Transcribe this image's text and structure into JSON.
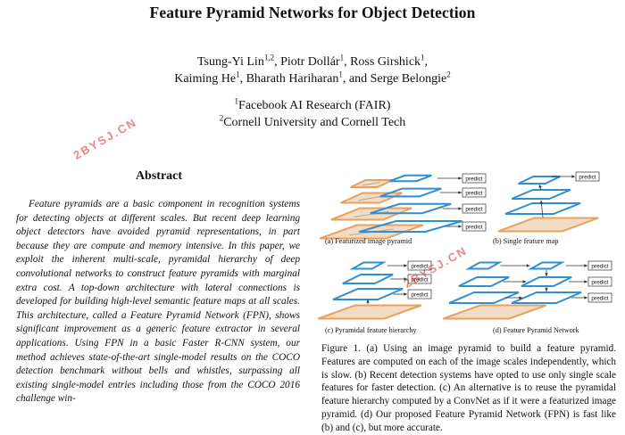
{
  "paper": {
    "title": "Feature Pyramid Networks for Object Detection",
    "authors": [
      {
        "name": "Tsung-Yi Lin",
        "sup": "1,2",
        "sep": ", "
      },
      {
        "name": "Piotr Dollár",
        "sup": "1",
        "sep": ", "
      },
      {
        "name": "Ross Girshick",
        "sup": "1",
        "sep": ","
      },
      {
        "name": "Kaiming He",
        "sup": "1",
        "sep": ", "
      },
      {
        "name": "Bharath Hariharan",
        "sup": "1",
        "sep": ", and "
      },
      {
        "name": "Serge Belongie",
        "sup": "2",
        "sep": ""
      }
    ],
    "affiliations": [
      {
        "sup": "1",
        "text": "Facebook AI Research (FAIR)"
      },
      {
        "sup": "2",
        "text": "Cornell University and Cornell Tech"
      }
    ],
    "abstract_heading": "Abstract",
    "abstract_text": "Feature pyramids are a basic component in recognition systems for detecting objects at different scales. But recent deep learning object detectors have avoided pyramid representations, in part because they are compute and memory intensive. In this paper, we exploit the inherent multi-scale, pyramidal hierarchy of deep convolutional networks to construct feature pyramids with marginal extra cost. A top-down architecture with lateral connections is developed for building high-level semantic feature maps at all scales. This architecture, called a Feature Pyramid Network (FPN), shows significant improvement as a generic feature extractor in several applications. Using FPN in a basic Faster R-CNN system, our method achieves state-of-the-art single-model results on the COCO detection benchmark without bells and whistles, surpassing all existing single-model entries including those from the COCO 2016 challenge win-"
  },
  "figure": {
    "predict_label": "predict",
    "subcaptions": {
      "a": "(a) Featurized image pyramid",
      "b": "(b) Single feature map",
      "c": "(c) Pyramidal feature hierarchy",
      "d": "(d) Feature Pyramid Network"
    },
    "caption": "Figure 1. (a) Using an image pyramid to build a feature pyramid. Features are computed on each of the image scales independently, which is slow. (b) Recent detection systems have opted to use only single scale features for faster detection. (c) An alternative is to reuse the pyramidal feature hierarchy computed by a ConvNet as if it were a featurized image pyramid. (d) Our proposed Feature Pyramid Network (FPN) is fast like (b) and (c), but more accurate.",
    "colors": {
      "feature_map": "#2f8fd0",
      "image": "#e8a060"
    }
  },
  "watermarks": [
    "2BYSJ.CN",
    "2BYSJ.CN"
  ]
}
